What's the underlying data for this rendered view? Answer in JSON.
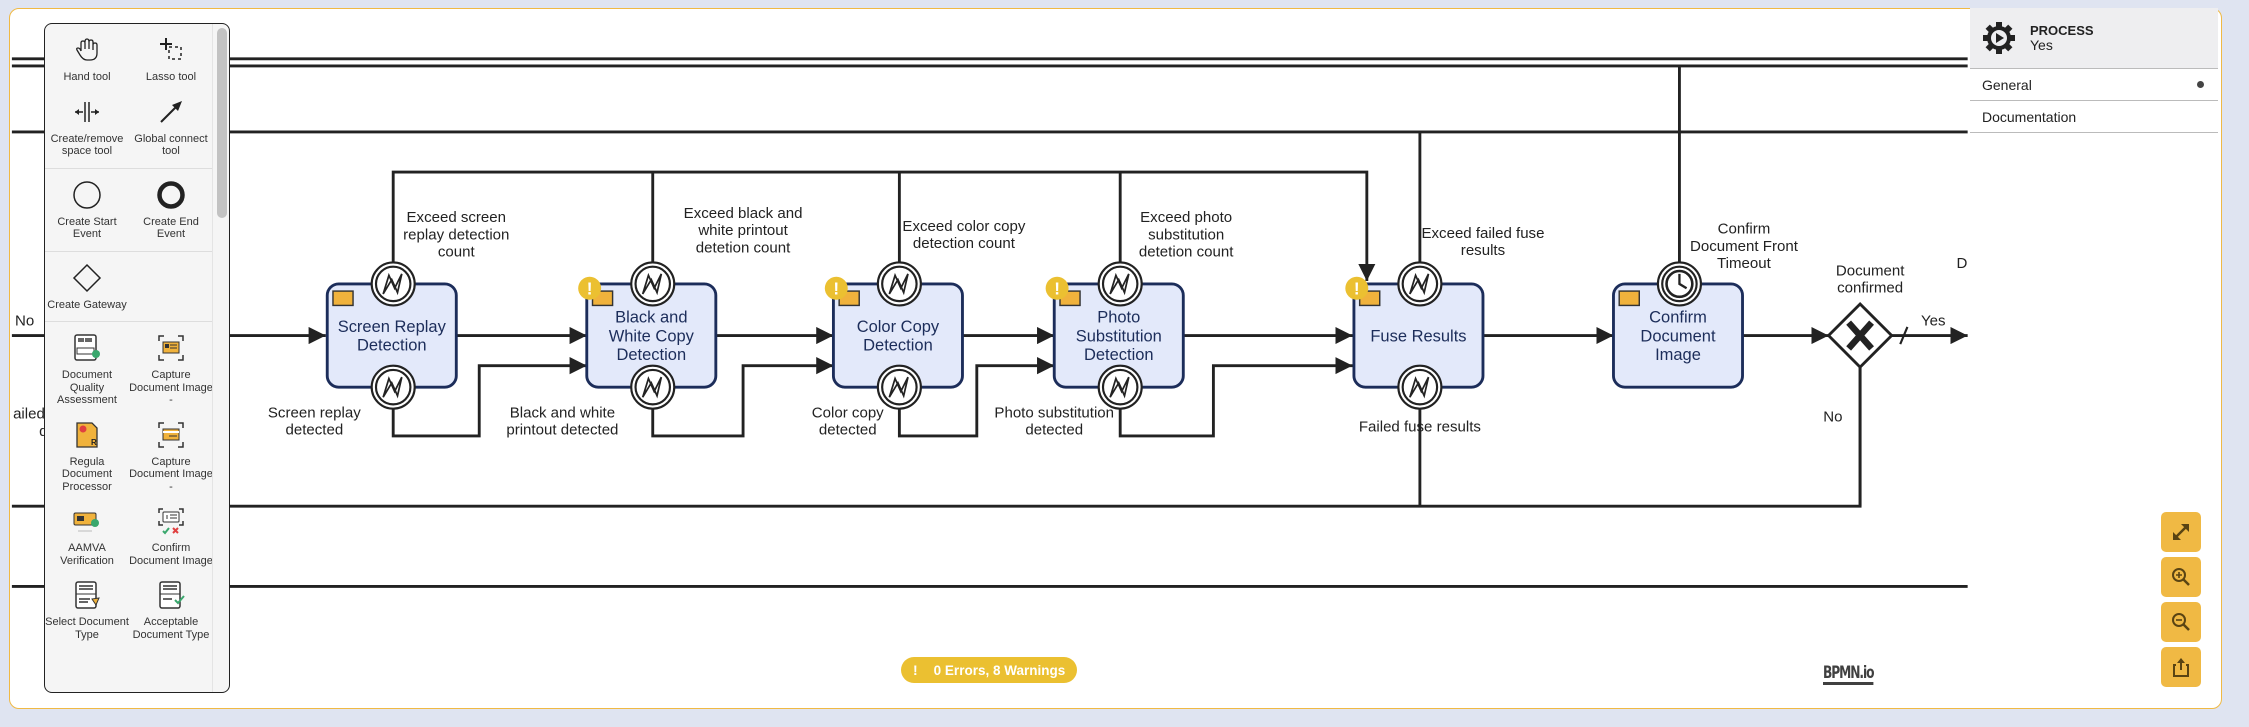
{
  "palette": {
    "groups": [
      [
        {
          "label": "Hand tool",
          "icon": "hand-icon"
        },
        {
          "label": "Lasso tool",
          "icon": "lasso-icon"
        },
        {
          "label": "Create/remove space tool",
          "icon": "space-tool-icon"
        },
        {
          "label": "Global connect tool",
          "icon": "connect-arrow-icon"
        }
      ],
      [
        {
          "label": "Create Start Event",
          "icon": "start-event-icon"
        },
        {
          "label": "Create End Event",
          "icon": "end-event-icon"
        }
      ],
      [
        {
          "label": "Create Gateway",
          "icon": "gateway-icon"
        }
      ],
      [
        {
          "label": "Document Quality Assessment",
          "icon": "document-quality-icon"
        },
        {
          "label": "Capture Document Image -",
          "icon": "capture-document-front-icon"
        },
        {
          "label": "Regula Document Processor",
          "icon": "regula-processor-icon"
        },
        {
          "label": "Capture Document Image -",
          "icon": "capture-document-back-icon"
        },
        {
          "label": "AAMVA Verification",
          "icon": "aamva-icon"
        },
        {
          "label": "Confirm Document Image",
          "icon": "confirm-document-icon"
        },
        {
          "label": "Select Document Type",
          "icon": "select-document-type-icon"
        },
        {
          "label": "Acceptable Document Type",
          "icon": "acceptable-document-type-icon"
        }
      ]
    ]
  },
  "properties": {
    "type": "PROCESS",
    "name": "Yes",
    "groups": [
      {
        "label": "General",
        "has_data": true
      },
      {
        "label": "Documentation",
        "has_data": false
      }
    ]
  },
  "controls": [
    {
      "name": "fullscreen-button",
      "icon": "expand-icon"
    },
    {
      "name": "zoom-in-button",
      "icon": "zoom-in-icon"
    },
    {
      "name": "zoom-out-button",
      "icon": "zoom-out-icon"
    },
    {
      "name": "export-button",
      "icon": "share-icon"
    }
  ],
  "lint": {
    "text": "0 Errors, 8 Warnings",
    "errors": 0,
    "warnings": 8
  },
  "logo": "BPMN.io",
  "diagram": {
    "tasks": [
      {
        "id": "screen-replay",
        "lines": [
          "Screen Replay",
          "Detection"
        ],
        "warning": false
      },
      {
        "id": "bw-copy",
        "lines": [
          "Black and",
          "White Copy",
          "Detection"
        ],
        "warning": true
      },
      {
        "id": "color-copy",
        "lines": [
          "Color Copy",
          "Detection"
        ],
        "warning": true
      },
      {
        "id": "photo-sub",
        "lines": [
          "Photo",
          "Substitution",
          "Detection"
        ],
        "warning": true
      },
      {
        "id": "fuse",
        "lines": [
          "Fuse Results"
        ],
        "warning": true
      },
      {
        "id": "confirm-doc",
        "lines": [
          "Confirm",
          "Document",
          "Image"
        ],
        "warning": false
      }
    ],
    "labels": {
      "exceed_screen": [
        "Exceed screen",
        "replay detection",
        "count"
      ],
      "screen_detected": [
        "Screen replay",
        "detected"
      ],
      "exceed_bw": [
        "Exceed black and",
        "white printout",
        "detetion count"
      ],
      "bw_detected": [
        "Black and white",
        "printout detected"
      ],
      "exceed_color": [
        "Exceed color copy",
        "detection count"
      ],
      "color_detected": [
        "Color copy",
        "detected"
      ],
      "exceed_photo": [
        "Exceed photo",
        "substitution",
        "detetion count"
      ],
      "photo_detected": [
        "Photo substitution",
        "detected"
      ],
      "exceed_fuse": [
        "Exceed failed fuse",
        "results"
      ],
      "fuse_failed": [
        "Failed fuse results"
      ],
      "confirm_timeout": [
        "Confirm",
        "Document Front",
        "Timeout"
      ],
      "gateway": [
        "Document",
        "confirmed"
      ],
      "yes": "Yes",
      "no_gateway": "No",
      "no_left": "No",
      "left_cut1": "ailed",
      "left_cut2": "q",
      "right_cut": "D"
    }
  }
}
